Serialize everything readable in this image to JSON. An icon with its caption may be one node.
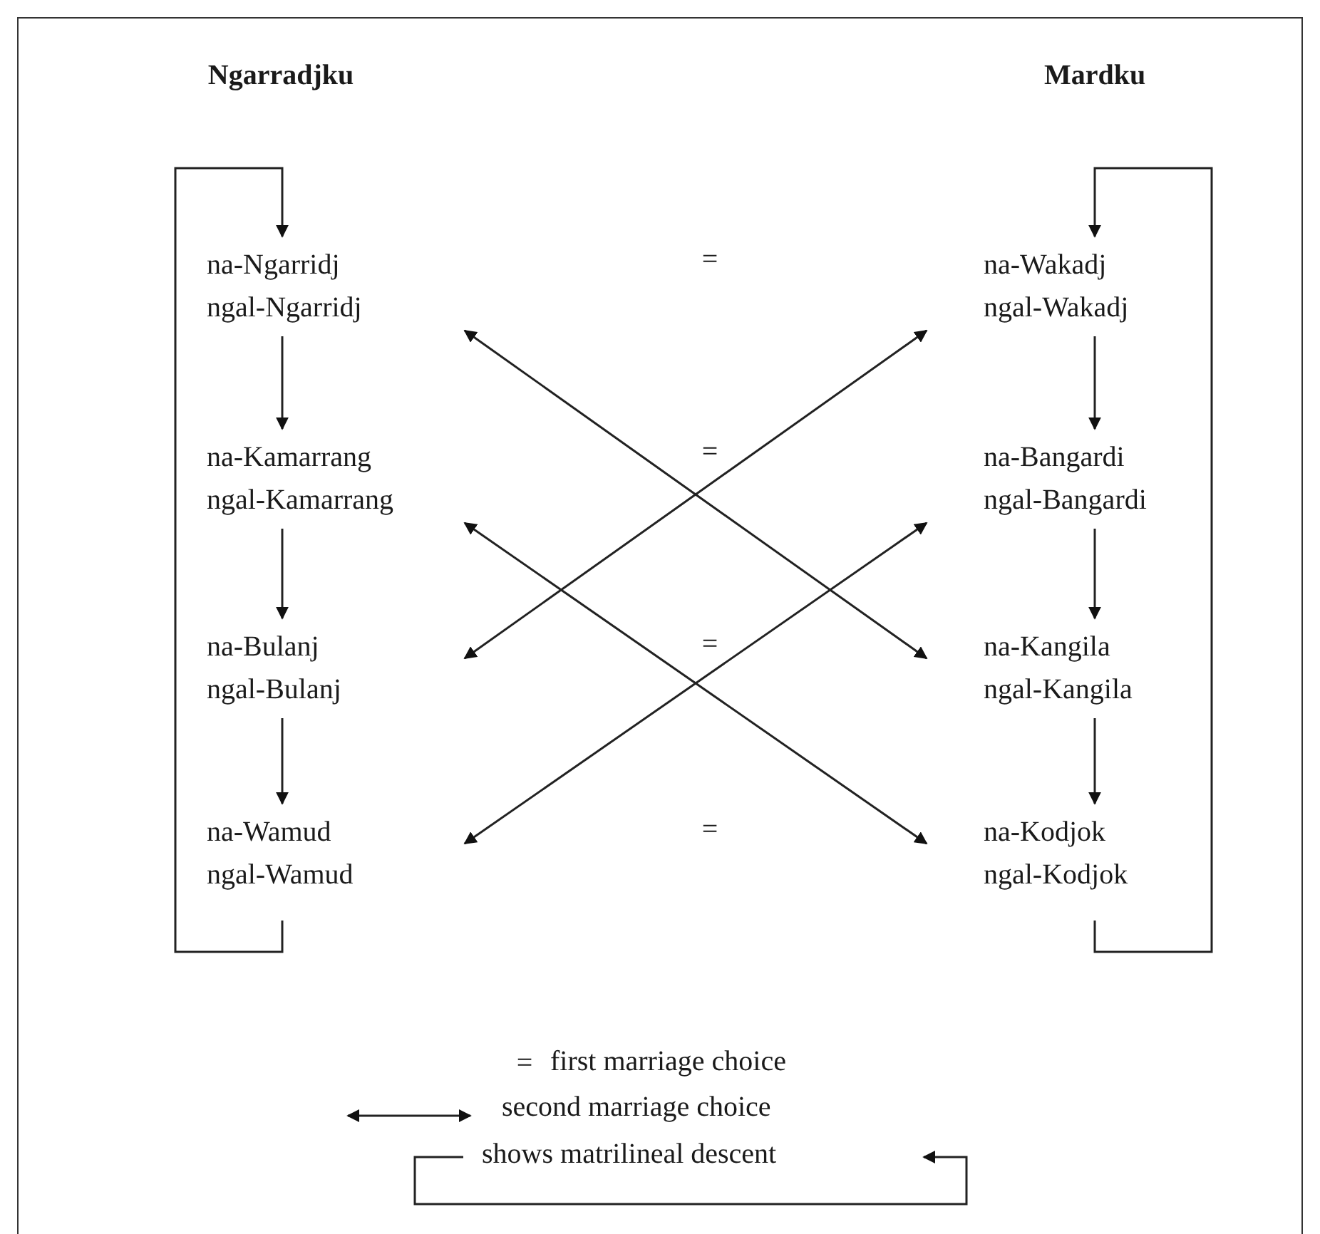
{
  "diagram": {
    "nodes": [
      {
        "text": [
          "na-Ngarridj",
          "ngal-Ngarridj"
        ]
      },
      {
        "text": [
          "na-Kamarrang",
          "ngal-Kamarrang"
        ]
      },
      {
        "text": [
          "na-Bulanj",
          "ngal-Bulanj"
        ]
      },
      {
        "text": [
          "na-Wamud",
          "ngal-Wamud"
        ]
      },
      {
        "text": [
          "na-Wakadj",
          "ngal-Wakadj"
        ]
      },
      {
        "text": [
          "na-Bangardi",
          "ngal-Bangardi"
        ]
      },
      {
        "text": [
          "na-Kangila",
          "ngal-Kangila"
        ]
      },
      {
        "text": [
          "na-Kodjok",
          "ngal-Kodjok"
        ]
      }
    ],
    "edges": [
      {
        "from": 0,
        "to": 1,
        "arrow": "to"
      },
      {
        "from": 1,
        "to": 2,
        "arrow": "to"
      },
      {
        "from": 2,
        "to": 3,
        "arrow": "to"
      },
      {
        "from": 3,
        "to": 0,
        "arrow": "to"
      },
      {
        "from": 4,
        "to": 5,
        "arrow": "to"
      },
      {
        "from": 5,
        "to": 6,
        "arrow": "to"
      },
      {
        "from": 6,
        "to": 7,
        "arrow": "to"
      },
      {
        "from": 7,
        "to": 4,
        "arrow": "to"
      },
      {
        "from": 0,
        "to": 6,
        "arrow": "both"
      },
      {
        "from": 4,
        "to": 2,
        "arrow": "both"
      },
      {
        "from": 1,
        "to": 7,
        "arrow": "both"
      },
      {
        "from": 5,
        "to": 3,
        "arrow": "both"
      }
    ],
    "labels": [
      "Ngarradjku",
      "Mardku",
      "=",
      "=",
      "=",
      "=",
      "="
    ],
    "legend": [
      {
        "text": "first marriage choice"
      },
      {
        "text": "second marriage choice"
      },
      {
        "text": "shows matrilineal descent"
      }
    ]
  }
}
